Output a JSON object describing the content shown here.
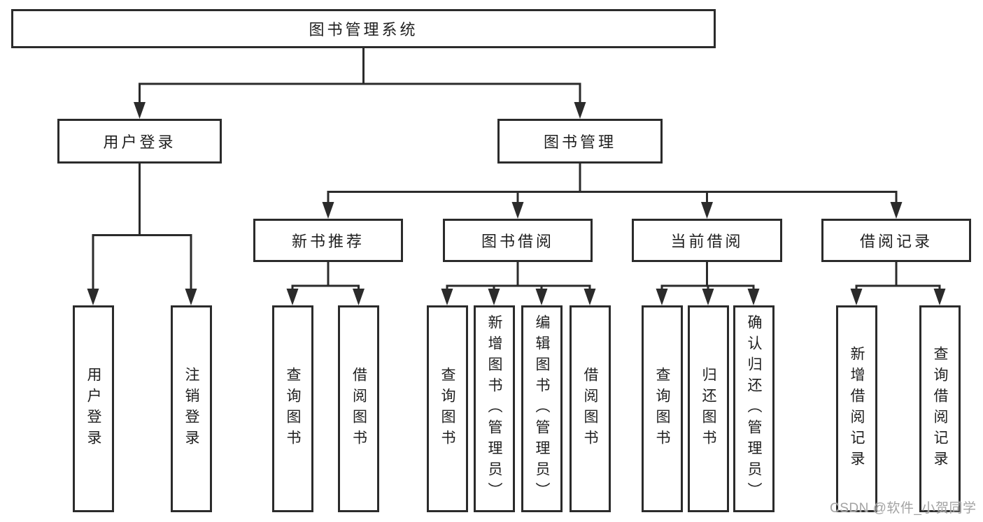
{
  "diagram": {
    "root": {
      "label": "图书管理系统"
    },
    "level2": [
      {
        "label": "用户登录"
      },
      {
        "label": "图书管理"
      }
    ],
    "level3": [
      {
        "label": "新书推荐",
        "parent": "图书管理"
      },
      {
        "label": "图书借阅",
        "parent": "图书管理"
      },
      {
        "label": "当前借阅",
        "parent": "图书管理"
      },
      {
        "label": "借阅记录",
        "parent": "图书管理"
      }
    ],
    "leaves": [
      {
        "label": "用户登录",
        "parent": "用户登录"
      },
      {
        "label": "注销登录",
        "parent": "用户登录"
      },
      {
        "label": "查询图书",
        "parent": "新书推荐"
      },
      {
        "label": "借阅图书",
        "parent": "新书推荐"
      },
      {
        "label": "查询图书",
        "parent": "图书借阅"
      },
      {
        "label": "新增图书（管理员）",
        "parent": "图书借阅"
      },
      {
        "label": "编辑图书（管理员）",
        "parent": "图书借阅"
      },
      {
        "label": "借阅图书",
        "parent": "图书借阅"
      },
      {
        "label": "查询图书",
        "parent": "当前借阅"
      },
      {
        "label": "归还图书",
        "parent": "当前借阅"
      },
      {
        "label": "确认归还（管理员）",
        "parent": "当前借阅"
      },
      {
        "label": "新增借阅记录",
        "parent": "借阅记录"
      },
      {
        "label": "查询借阅记录",
        "parent": "借阅记录"
      }
    ],
    "watermark": "CSDN @软件_小贺同学",
    "colors": {
      "line": "#2b2b2b",
      "text": "#1f1f1f",
      "background": "#ffffff",
      "watermark": "#a3a3a3"
    }
  }
}
